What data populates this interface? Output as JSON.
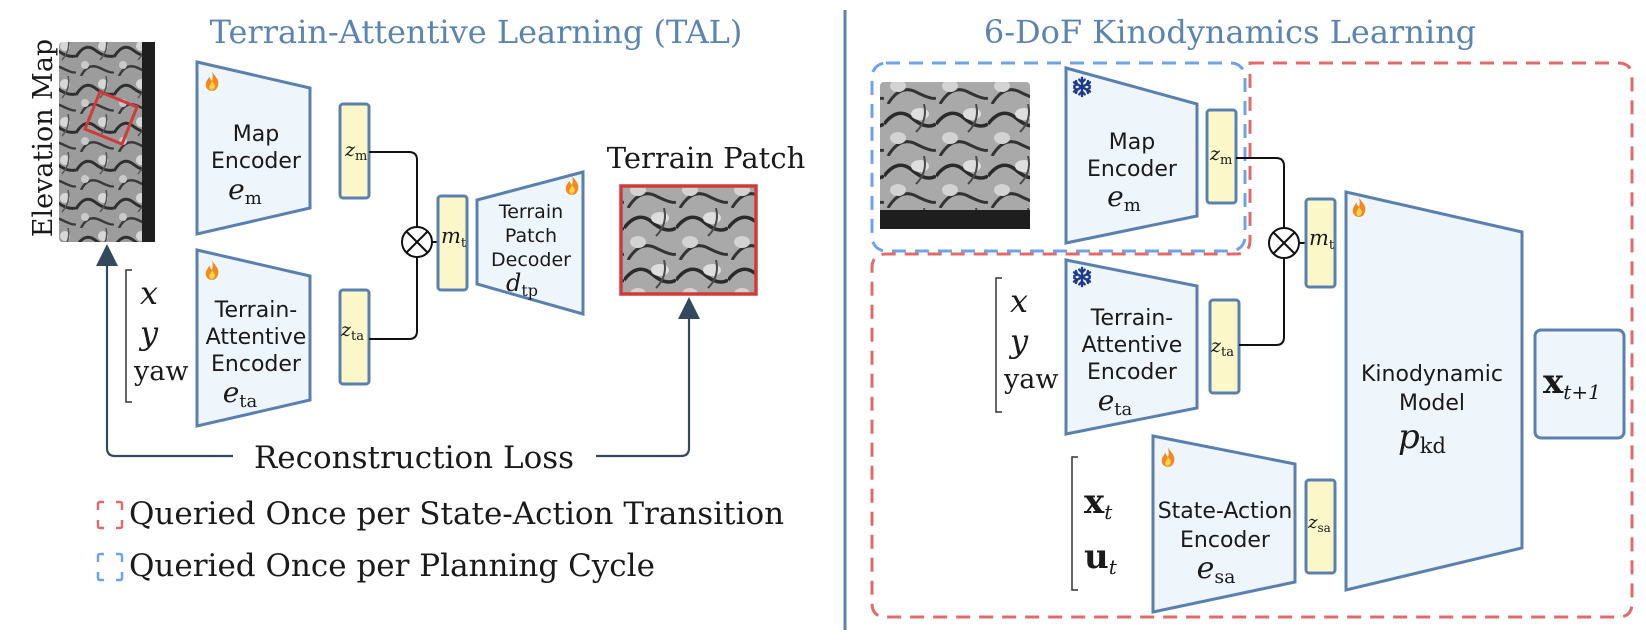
{
  "left": {
    "title": "Terrain-Attentive Learning (TAL)",
    "elevation_label": "Elevation Map",
    "map_encoder": {
      "line1": "Map",
      "line2": "Encoder",
      "sym": "e",
      "sub": "m"
    },
    "z_m": {
      "sym": "z",
      "sub": "m"
    },
    "ta_encoder": {
      "line1": "Terrain-",
      "line2": "Attentive",
      "line3": "Encoder",
      "sym": "e",
      "sub": "ta"
    },
    "z_ta": {
      "sym": "z",
      "sub": "ta"
    },
    "inputs": {
      "x": "x",
      "y": "y",
      "yaw": "yaw"
    },
    "m_t": {
      "sym": "m",
      "sub": "t"
    },
    "decoder": {
      "line1": "Terrain",
      "line2": "Patch",
      "line3": "Decoder",
      "sym": "d",
      "sub": "tp"
    },
    "patch_label": "Terrain Patch",
    "loss_label": "Reconstruction Loss",
    "legend": [
      {
        "text": "Queried Once per State-Action Transition",
        "color": "#e06b6b"
      },
      {
        "text": "Queried Once per Planning Cycle",
        "color": "#6ea3e8"
      }
    ]
  },
  "right": {
    "title": "6-DoF Kinodynamics Learning",
    "map_encoder": {
      "line1": "Map",
      "line2": "Encoder",
      "sym": "e",
      "sub": "m"
    },
    "z_m": {
      "sym": "z",
      "sub": "m"
    },
    "ta_encoder": {
      "line1": "Terrain-",
      "line2": "Attentive",
      "line3": "Encoder",
      "sym": "e",
      "sub": "ta"
    },
    "z_ta": {
      "sym": "z",
      "sub": "ta"
    },
    "inputs": {
      "x": "x",
      "y": "y",
      "yaw": "yaw"
    },
    "m_t": {
      "sym": "m",
      "sub": "t"
    },
    "sa_inputs": {
      "x": "x",
      "x_sub": "t",
      "u": "u",
      "u_sub": "t"
    },
    "sa_encoder": {
      "line1": "State-Action",
      "line2": "Encoder",
      "sym": "e",
      "sub": "sa"
    },
    "z_sa": {
      "sym": "z",
      "sub": "sa"
    },
    "kd_model": {
      "line1": "Kinodynamic",
      "line2": "Model",
      "sym": "p",
      "sub": "kd"
    },
    "output": {
      "sym": "x",
      "sub": "t+1"
    }
  },
  "colors": {
    "accent_title": "#5b84b1",
    "encoder_fill": "#eef5fb",
    "encoder_stroke": "#5a80b0",
    "latent_fill": "#fbf7c9",
    "red_dash": "#e06b6b",
    "blue_dash": "#6ea3e8",
    "patch_border": "#d03a3a"
  },
  "icons": {
    "trainable": "flame-icon",
    "frozen": "snowflake-icon"
  }
}
